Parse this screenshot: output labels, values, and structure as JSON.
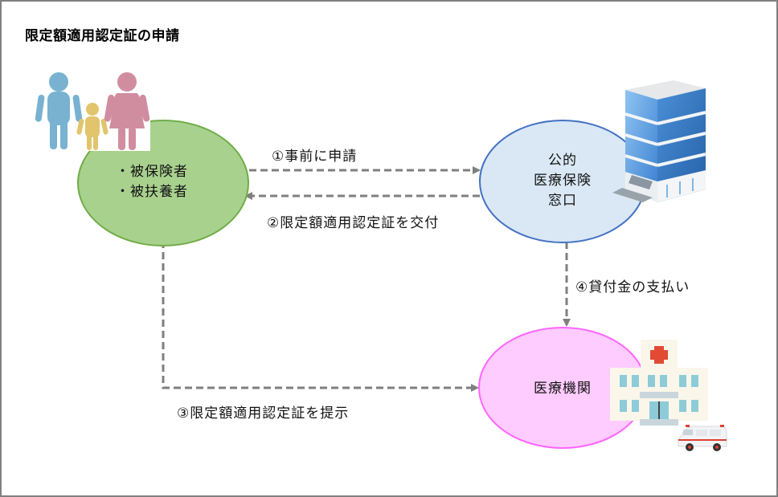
{
  "title": "限定額適用認定証の申請",
  "nodes": {
    "insured": {
      "lines": [
        "・被保険者",
        "・被扶養者"
      ],
      "fill": "#a9d18e",
      "stroke": "#70ad47"
    },
    "insurer": {
      "lines": [
        "公的",
        "医療保険",
        "窓口"
      ],
      "fill": "#dae8f5",
      "stroke": "#4472c4"
    },
    "hospital": {
      "lines": [
        "医療機関"
      ],
      "fill": "#ffccff",
      "stroke": "#ff66ff"
    }
  },
  "edges": {
    "step1": "①事前に申請",
    "step2": "②限定額適用認定証を交付",
    "step3": "③限定額適用認定証を提示",
    "step4": "④貸付金の支払い"
  },
  "icons": {
    "family": "family-icon",
    "office_building": "office-building-icon",
    "hospital": "hospital-icon",
    "ambulance": "ambulance-icon"
  },
  "colors": {
    "arrow": "#7f7f7f",
    "border": "#808080"
  }
}
